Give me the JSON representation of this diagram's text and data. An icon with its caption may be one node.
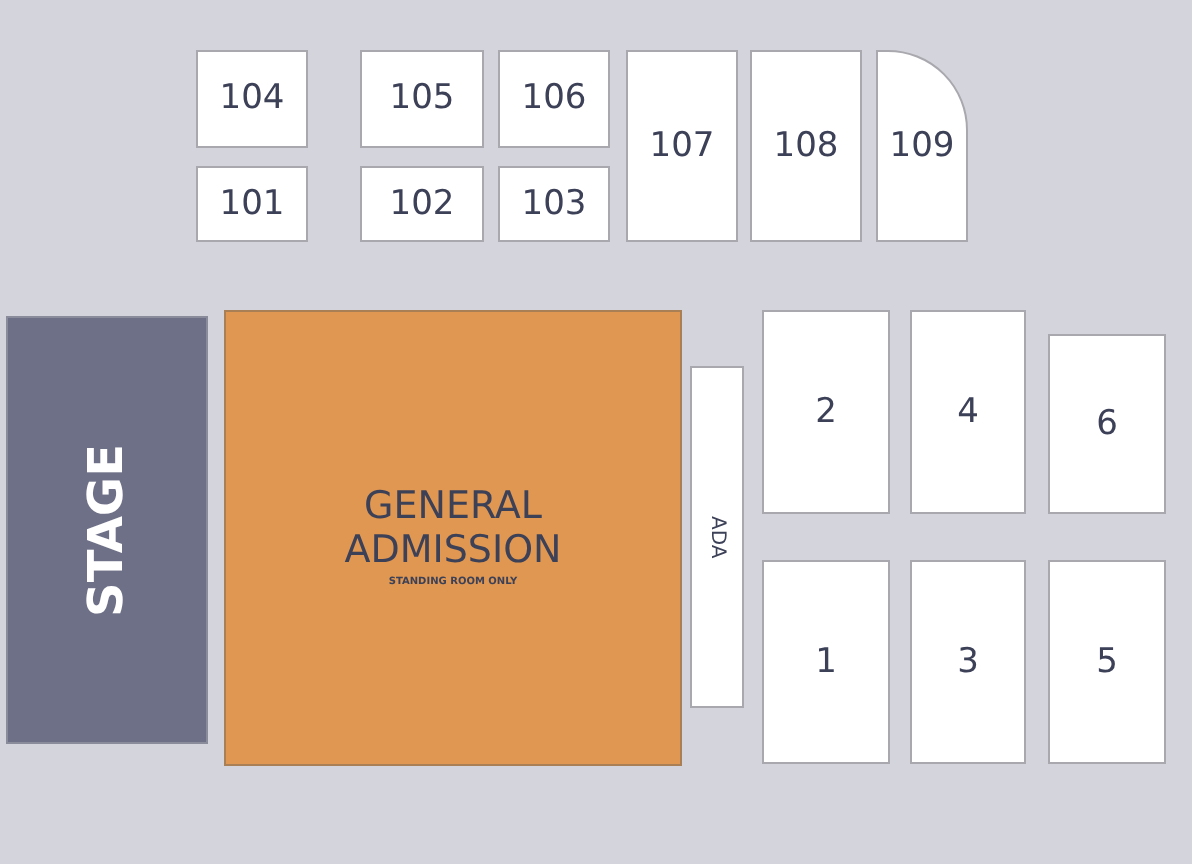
{
  "diagram": {
    "nodes": [
      {
        "text": [
          "104"
        ]
      },
      {
        "text": [
          "105"
        ]
      },
      {
        "text": [
          "106"
        ]
      },
      {
        "text": [
          "107"
        ]
      },
      {
        "text": [
          "108"
        ]
      },
      {
        "text": [
          "109"
        ]
      },
      {
        "text": [
          "101"
        ]
      },
      {
        "text": [
          "102"
        ]
      },
      {
        "text": [
          "103"
        ]
      },
      {
        "text": [
          "STAGE"
        ]
      },
      {
        "text": [
          "GENERAL ADMISSION",
          "STANDING ROOM ONLY"
        ]
      },
      {
        "text": [
          "ADA"
        ]
      },
      {
        "text": [
          "2"
        ]
      },
      {
        "text": [
          "4"
        ]
      },
      {
        "text": [
          "6"
        ]
      },
      {
        "text": [
          "1"
        ]
      },
      {
        "text": [
          "3"
        ]
      },
      {
        "text": [
          "5"
        ]
      }
    ]
  }
}
